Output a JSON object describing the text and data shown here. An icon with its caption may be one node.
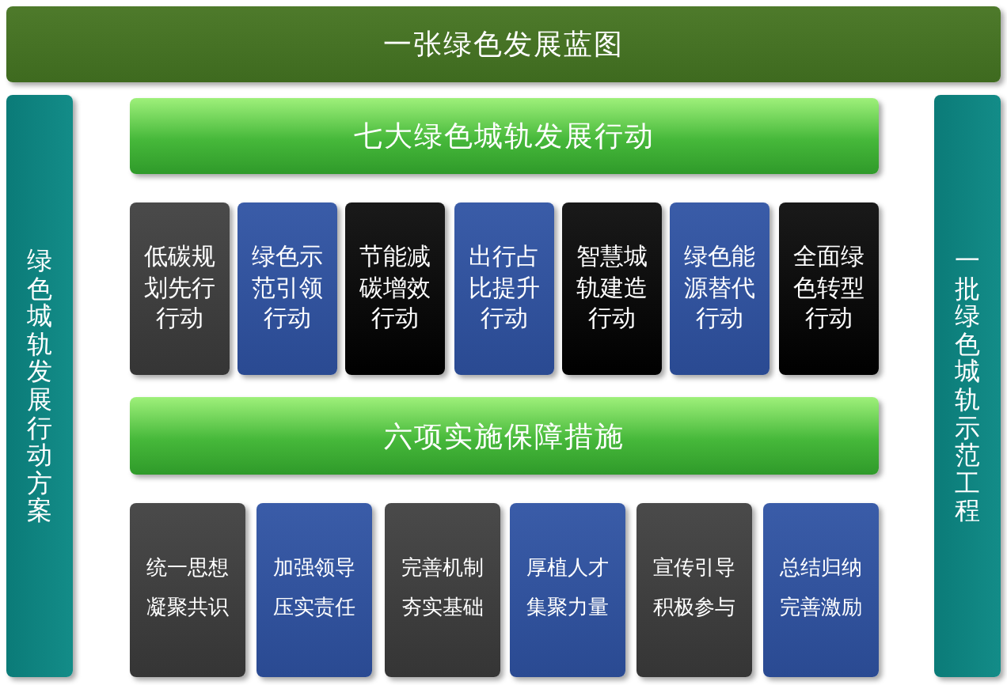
{
  "diagram": {
    "nodes": [
      {
        "text": [
          "一张绿色发展蓝图"
        ]
      },
      {
        "text": [
          "绿色城轨发展行动方案"
        ]
      },
      {
        "text": [
          "一批绿色城轨示范工程"
        ]
      },
      {
        "text": [
          "七大绿色城轨发展行动"
        ]
      },
      {
        "text": [
          "低碳规划先行行动"
        ]
      },
      {
        "text": [
          "绿色示范引领行动"
        ]
      },
      {
        "text": [
          "节能减碳增效行动"
        ]
      },
      {
        "text": [
          "出行占比提升行动"
        ]
      },
      {
        "text": [
          "智慧城轨建造行动"
        ]
      },
      {
        "text": [
          "绿色能源替代行动"
        ]
      },
      {
        "text": [
          "全面绿色转型行动"
        ]
      },
      {
        "text": [
          "六项实施保障措施"
        ]
      },
      {
        "text": [
          "统一思想凝聚共识"
        ]
      },
      {
        "text": [
          "加强领导压实责任"
        ]
      },
      {
        "text": [
          "完善机制夯实基础"
        ]
      },
      {
        "text": [
          "厚植人才集聚力量"
        ]
      },
      {
        "text": [
          "宣传引导积极参与"
        ]
      },
      {
        "text": [
          "总结归纳完善激励"
        ]
      }
    ]
  }
}
